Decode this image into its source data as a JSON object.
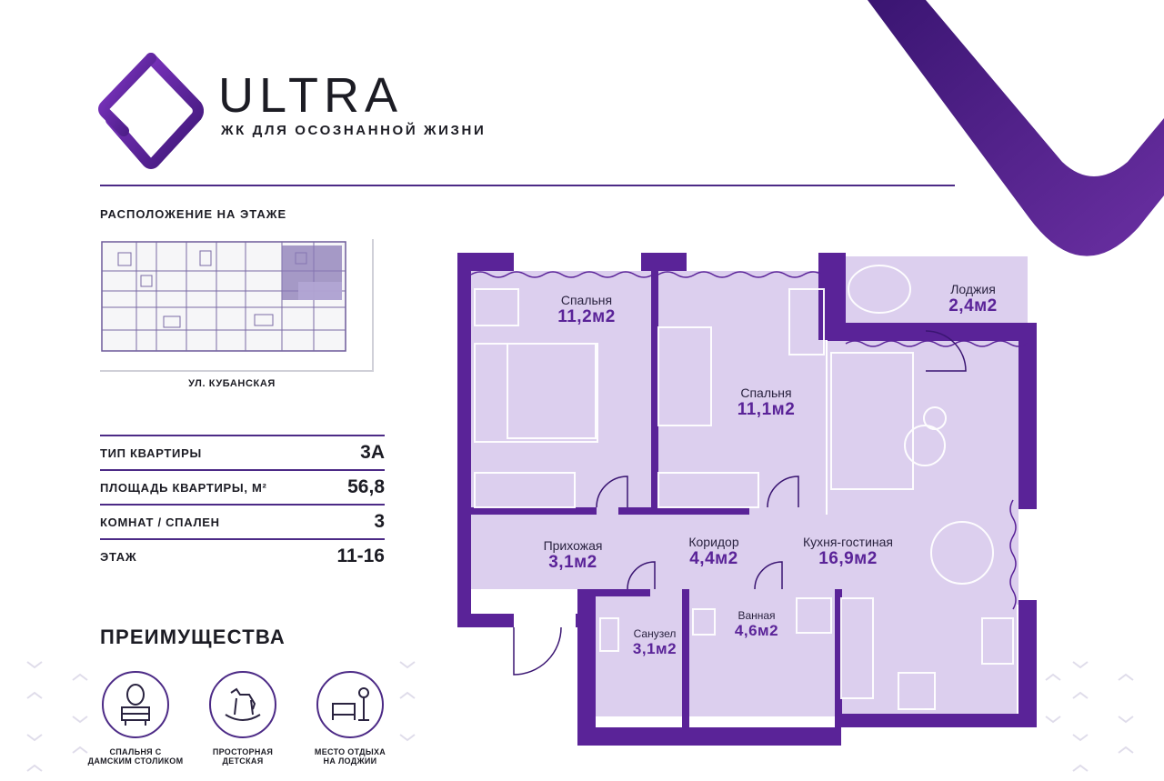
{
  "brand": {
    "name": "ULTRA",
    "tagline": "ЖК ДЛЯ ОСОЗНАННОЙ ЖИЗНИ",
    "accent_color": "#5a2398",
    "dark_color": "#3a1572"
  },
  "location": {
    "title": "РАСПОЛОЖЕНИЕ НА ЭТАЖЕ",
    "street": "УЛ. КУБАНСКАЯ"
  },
  "specs": [
    {
      "label": "ТИП КВАРТИРЫ",
      "value": "3А"
    },
    {
      "label": "ПЛОЩАДЬ КВАРТИРЫ, М²",
      "value": "56,8"
    },
    {
      "label": "КОМНАТ / СПАЛЕН",
      "value": "3"
    },
    {
      "label": "ЭТАЖ",
      "value": "11-16"
    }
  ],
  "advantages": {
    "title": "ПРЕИМУЩЕСТВА",
    "items": [
      {
        "label_1": "СПАЛЬНЯ С",
        "label_2": "ДАМСКИМ СТОЛИКОМ",
        "icon": "vanity-table-icon"
      },
      {
        "label_1": "ПРОСТОРНАЯ",
        "label_2": "ДЕТСКАЯ",
        "icon": "rocking-horse-icon"
      },
      {
        "label_1": "МЕСТО ОТДЫХА",
        "label_2": "НА ЛОДЖИИ",
        "icon": "lounge-chair-icon"
      }
    ]
  },
  "rooms": [
    {
      "name": "Спальня",
      "area": "11,2м2"
    },
    {
      "name": "Спальня",
      "area": "11,1м2"
    },
    {
      "name": "Лоджия",
      "area": "2,4м2"
    },
    {
      "name": "Прихожая",
      "area": "3,1м2"
    },
    {
      "name": "Коридор",
      "area": "4,4м2"
    },
    {
      "name": "Кухня-гостиная",
      "area": "16,9м2"
    },
    {
      "name": "Санузел",
      "area": "3,1м2"
    },
    {
      "name": "Ванная",
      "area": "4,6м2"
    }
  ]
}
